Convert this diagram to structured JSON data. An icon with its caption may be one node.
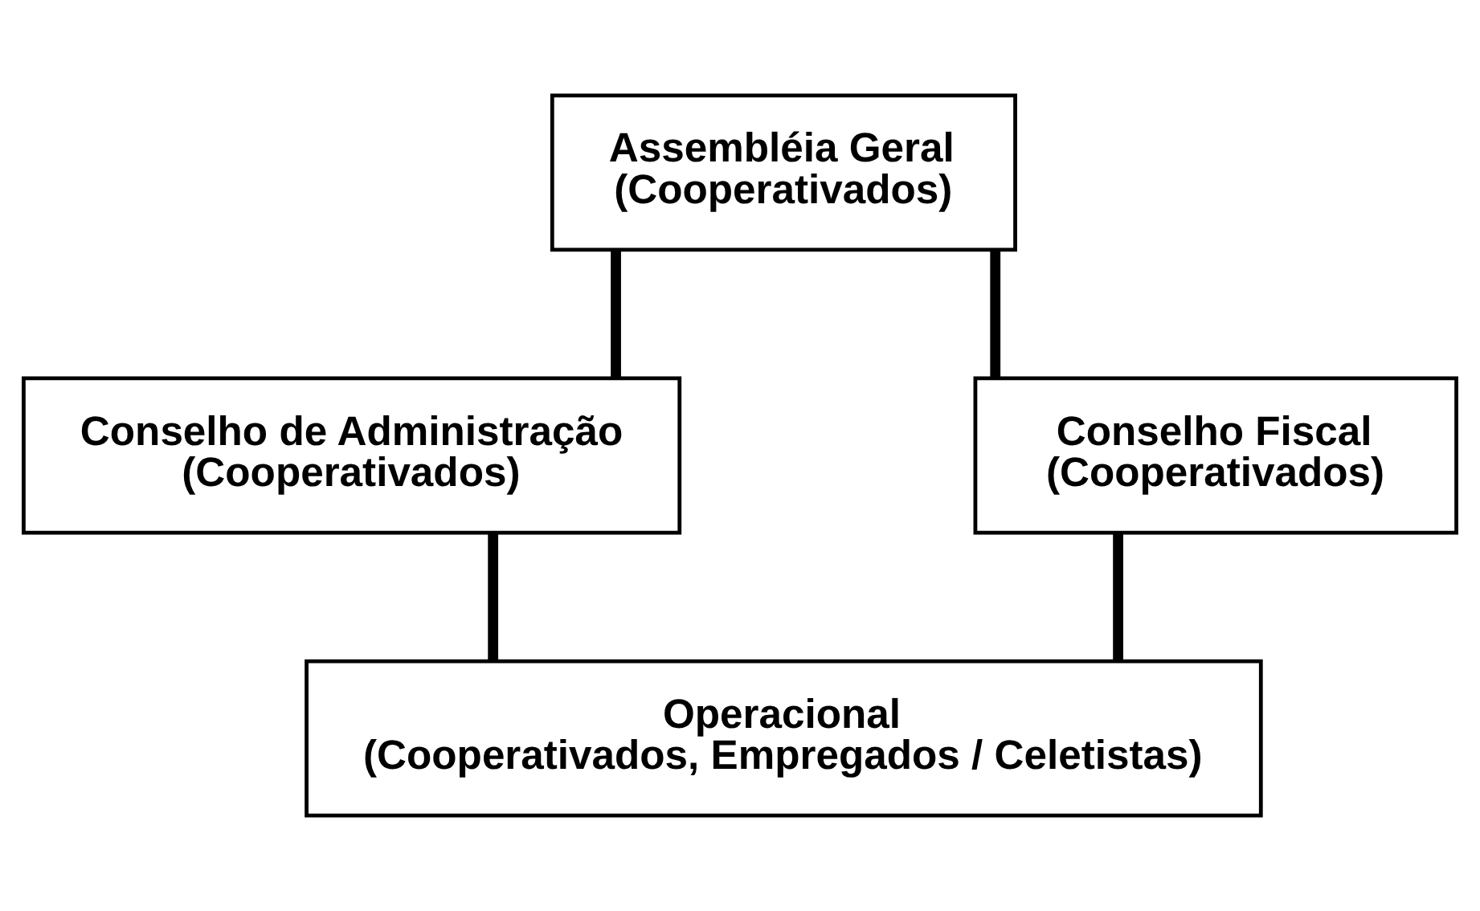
{
  "diagram": {
    "nodes": [
      {
        "text": [
          "Assembléia Geral",
          "(Cooperativados)"
        ]
      },
      {
        "text": [
          "Conselho de Administração",
          "(Cooperativados)"
        ]
      },
      {
        "text": [
          "Conselho Fiscal",
          "(Cooperativados)"
        ]
      },
      {
        "text": [
          "Operacional",
          "(Cooperativados, Empregados / Celetistas)"
        ]
      }
    ],
    "edges": [
      {
        "from": 0,
        "to": 1,
        "arrow": "none"
      },
      {
        "from": 0,
        "to": 2,
        "arrow": "none"
      },
      {
        "from": 1,
        "to": 3,
        "arrow": "none"
      },
      {
        "from": 2,
        "to": 3,
        "arrow": "none"
      }
    ]
  }
}
